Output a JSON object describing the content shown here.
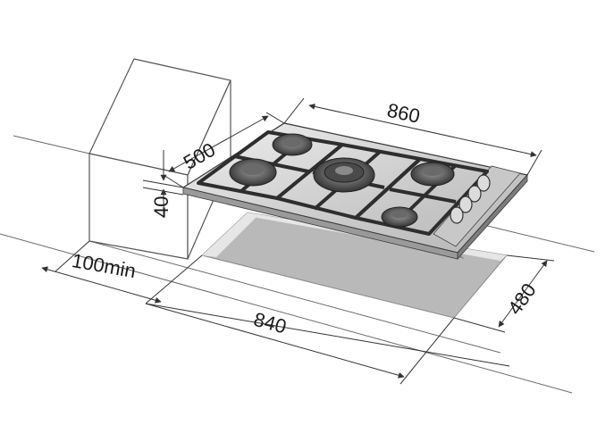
{
  "dimensions": {
    "hob_width": "860",
    "hob_depth": "500",
    "hob_height": "40",
    "cutout_width": "840",
    "cutout_depth": "480",
    "min_side_clearance": "100min"
  },
  "colors": {
    "line": "#3c3c3c",
    "thin_line": "#6a6a6a",
    "cutout_fill": "#b9b9b9",
    "cutout_edge": "#e6e6e6",
    "hob_surface": "#d9d9d9",
    "hob_shadow": "#8c8c8c",
    "grate": "#2e2e2e",
    "burner": "#4a4a4a"
  },
  "icons": [
    "gas-hob-illustration",
    "burner-icon",
    "control-knob-icon"
  ]
}
